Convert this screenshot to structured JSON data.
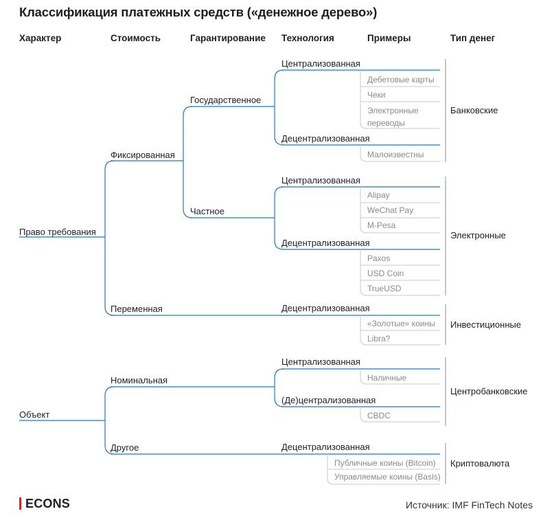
{
  "title": "Классификация платежных средств («денежное дерево»)",
  "headers": {
    "character": "Характер",
    "value": "Стоимость",
    "guarantee": "Гарантирование",
    "technology": "Технология",
    "examples": "Примеры",
    "money_type": "Тип денег"
  },
  "nodes": {
    "claim": "Право требования",
    "object": "Объект",
    "fixed": "Фиксированная",
    "variable": "Переменная",
    "nominal": "Номинальная",
    "other": "Другое",
    "state": "Государственное",
    "private": "Частное",
    "centralized": "Централизованная",
    "decentralized": "Децентрализованная",
    "semi_decentralized": "(Де)централизованная"
  },
  "examples": {
    "debit_cards": "Дебетовые карты",
    "checks": "Чеки",
    "e_transfers": "Электронные переводы",
    "little_known": "Малоизвестны",
    "alipay": "Alipay",
    "wechat": "WeChat Pay",
    "mpesa": "M-Pesa",
    "paxos": "Paxos",
    "usdcoin": "USD Coin",
    "trueusd": "TrueUSD",
    "gold_coins": "«Золотые» коины",
    "libra": "Libra?",
    "cash": "Наличные",
    "cbdc": "CBDC",
    "public_coins": "Публичные коины (Bitcoin)",
    "managed_coins": "Управляемые коины (Basis)"
  },
  "money_types": {
    "bank": "Банковские",
    "electronic": "Электронные",
    "investment": "Инвестиционные",
    "central_bank": "Центробанковские",
    "crypto": "Криптовалюта"
  },
  "footer": {
    "logo": "ECONS",
    "source": "Источник: IMF FinTech Notes"
  },
  "colors": {
    "tree_line": "#1f7ab8",
    "example_line": "#c8c8c8",
    "bracket": "#b4b4b4",
    "logo_bar": "#d3272b"
  }
}
